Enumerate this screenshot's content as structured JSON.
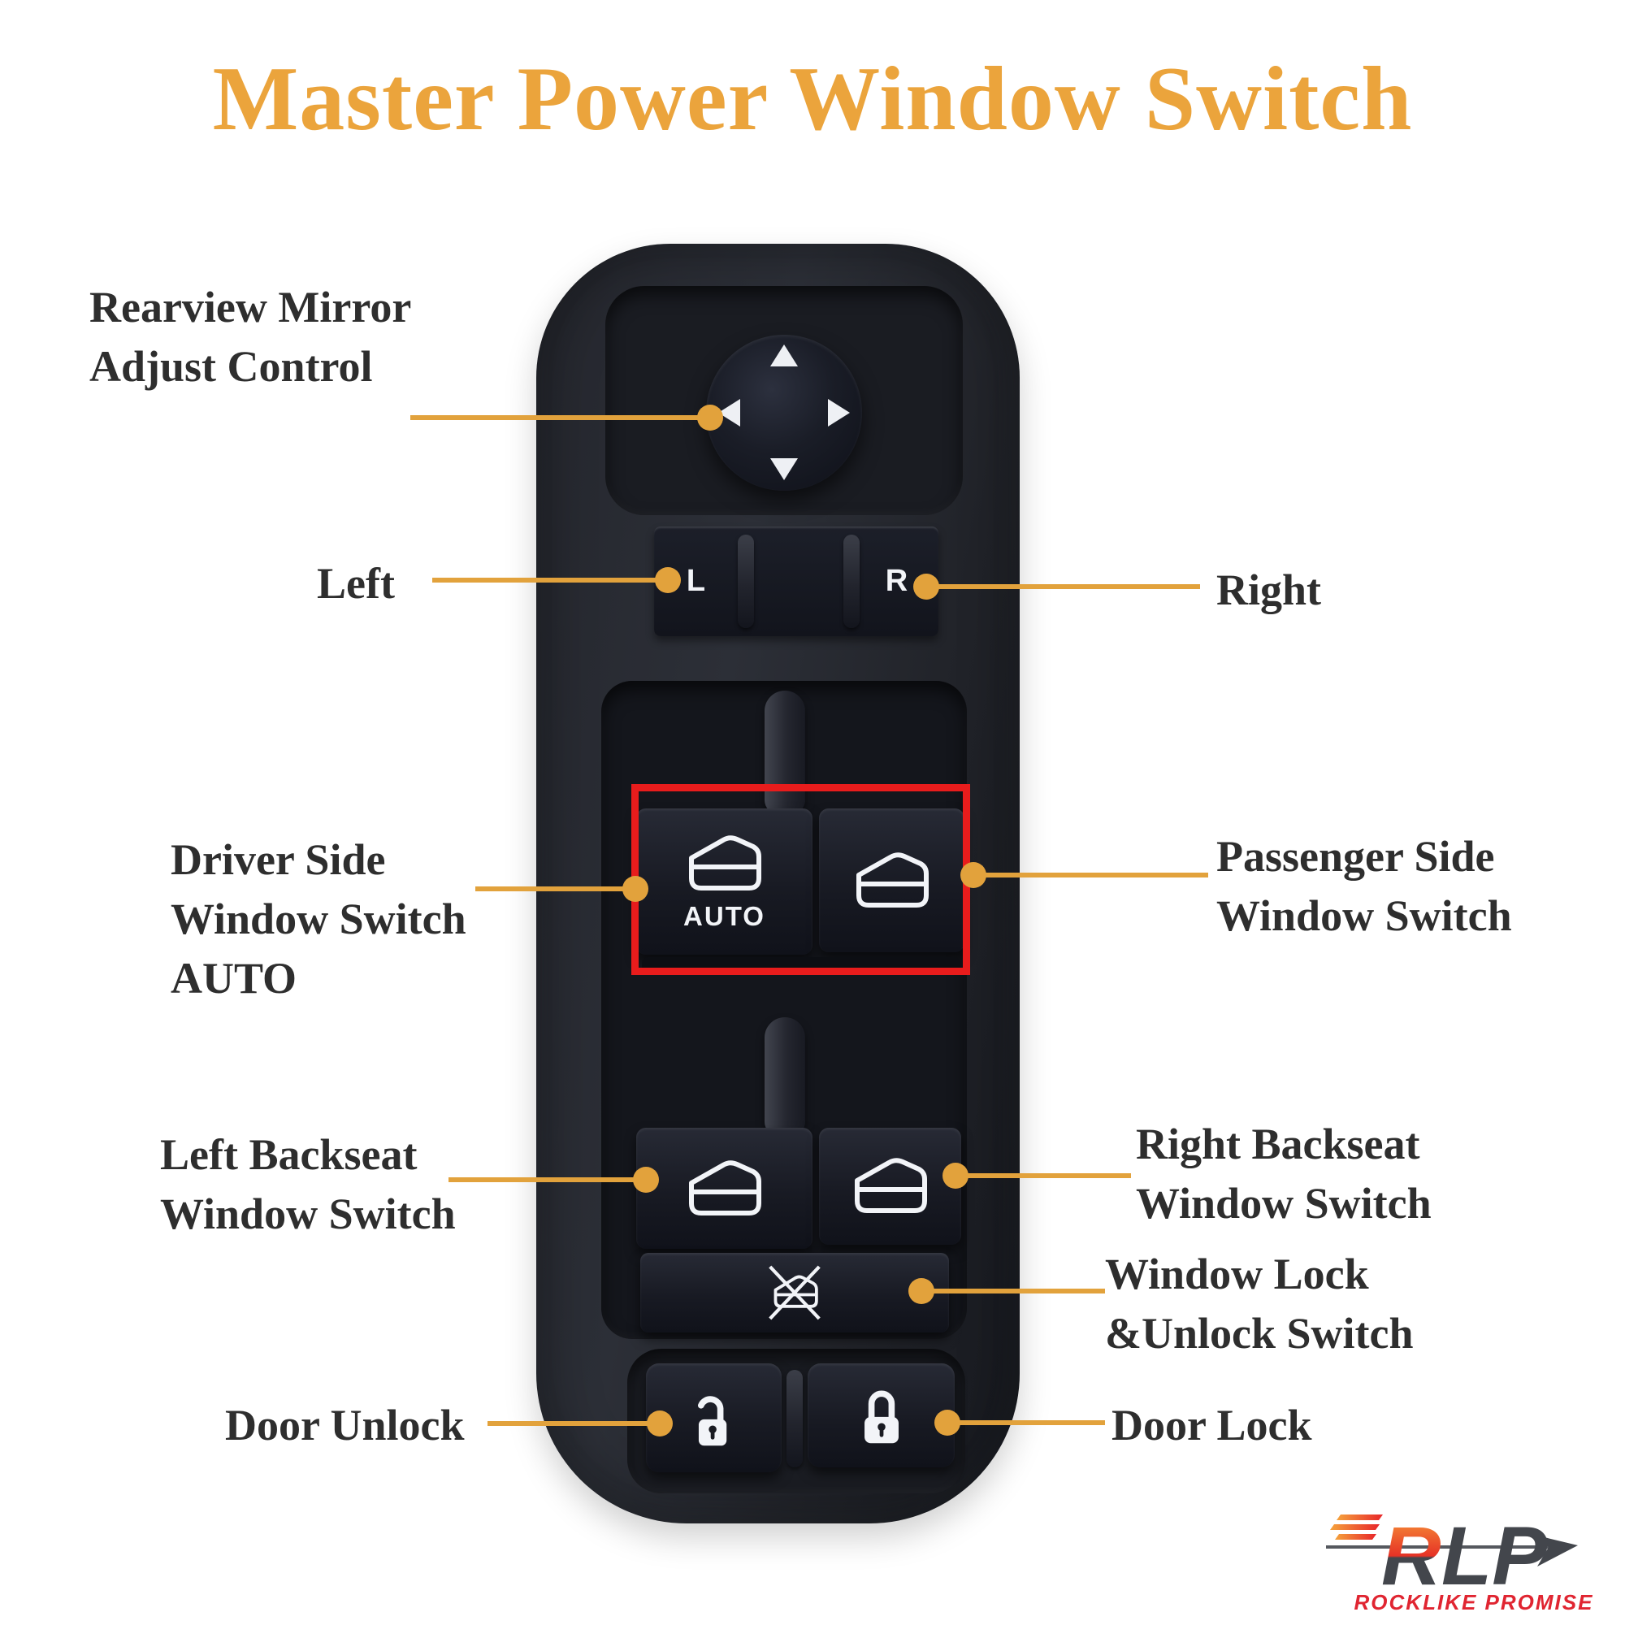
{
  "title": "Master Power Window Switch",
  "annotations": {
    "rearview": {
      "line1": "Rearview Mirror",
      "line2": "Adjust Control"
    },
    "mirror_left": {
      "line1": "Left"
    },
    "mirror_right": {
      "line1": "Right"
    },
    "driver": {
      "line1": "Driver Side",
      "line2": "Window Switch",
      "line3": "AUTO"
    },
    "passenger": {
      "line1": "Passenger Side",
      "line2": "Window Switch"
    },
    "left_backseat": {
      "line1": "Left Backseat",
      "line2": "Window Switch"
    },
    "right_backseat": {
      "line1": "Right Backseat",
      "line2": "Window Switch"
    },
    "window_lock": {
      "line1": "Window Lock",
      "line2": "&Unlock Switch"
    },
    "door_unlock": {
      "line1": "Door Unlock"
    },
    "door_lock": {
      "line1": "Door Lock"
    }
  },
  "product": {
    "mirror_select_left": "L",
    "mirror_select_right": "R",
    "auto_text": "AUTO",
    "icons": [
      "mirror-adjust-knob",
      "window-switch-icon",
      "window-lock-icon",
      "unlock-icon",
      "lock-icon"
    ]
  },
  "logo": {
    "abbr": "RLP",
    "name": "ROCKLIKE PROMISE"
  },
  "colors": {
    "accent_orange": "#E2A23C",
    "title_orange": "#EBA43C",
    "highlight_red": "#E81C1C",
    "label_text": "#2E2E2E",
    "body_dark": "#1E2026",
    "button_dark": "#181A23",
    "icon_white": "#F2F4F8",
    "logo_red": "#E02531",
    "logo_gray": "#43464C"
  }
}
